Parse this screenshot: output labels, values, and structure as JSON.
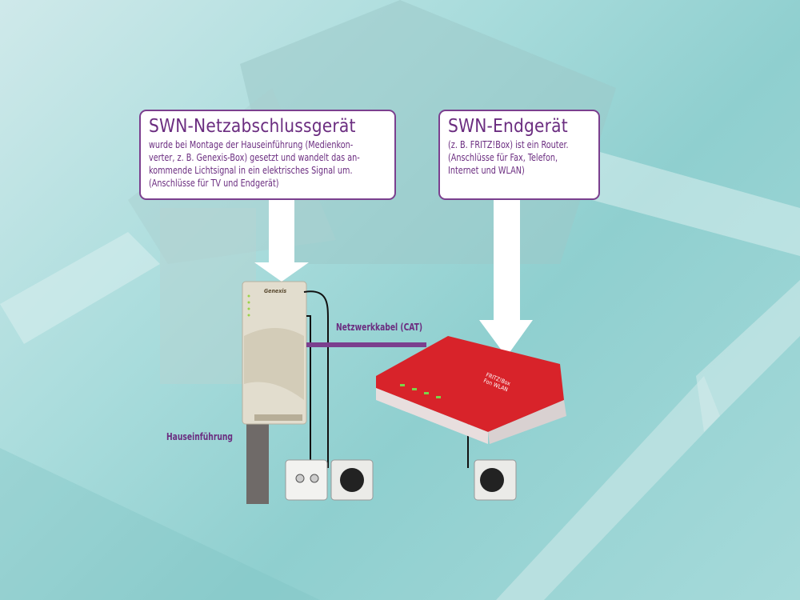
{
  "left_box": {
    "title": "SWN-Netzabschlussgerät",
    "lines": [
      "wurde bei Montage der Hauseinführung (Medienkon-",
      "verter, z. B. Genexis-Box) gesetzt und wandelt das an-",
      "kommende Lichtsignal in ein elektrisches Signal um.",
      "(Anschlüsse für TV und Endgerät)"
    ]
  },
  "right_box": {
    "title": "SWN-Endgerät",
    "lines": [
      "(z. B. FRITZ!Box) ist ein Router.",
      "(Anschlüsse für Fax, Telefon,",
      "Internet und WLAN)"
    ]
  },
  "labels": {
    "cable": "Netzwerkkabel (CAT)",
    "house_entry": "Hauseinführung"
  },
  "devices": {
    "ont_brand": "Genexis",
    "router_brand": "FRITZ!Box",
    "router_model": "Fon WLAN"
  },
  "colors": {
    "accent": "#6b2d80",
    "router": "#d8232a",
    "background": "#9fd6d6"
  }
}
